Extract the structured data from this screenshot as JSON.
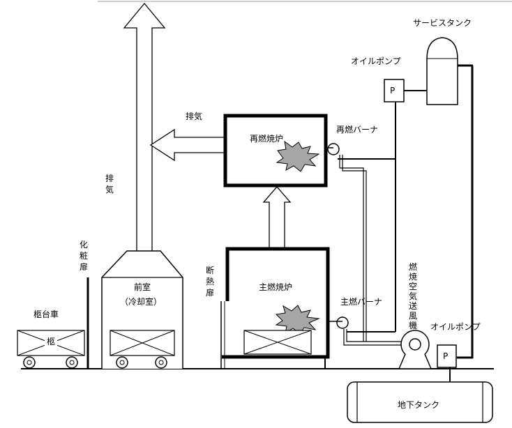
{
  "labels": {
    "service_tank": "サービスタンク",
    "oil_pump_top": "オイルポンプ",
    "pump_symbol": "P",
    "exhaust_horizontal": "排気",
    "reburn_furnace": "再燃焼炉",
    "reburn_burner": "再燃バーナ",
    "exhaust_vertical": "排気",
    "makeup_door": "化粧扉",
    "front_room": "前室",
    "front_room_sub": "（冷却室）",
    "insulation_door": "断熱扉",
    "main_furnace": "主燃焼炉",
    "main_burner": "主燃バーナ",
    "combustion_blower": "燃焼空気送風機",
    "oil_pump_bottom": "オイルポンプ",
    "coffin_cart": "柩台車",
    "coffin": "柩",
    "underground_tank": "地下タンク"
  },
  "colors": {
    "line": "#000000",
    "flame": "#a6a6a6",
    "background": "#ffffff"
  }
}
